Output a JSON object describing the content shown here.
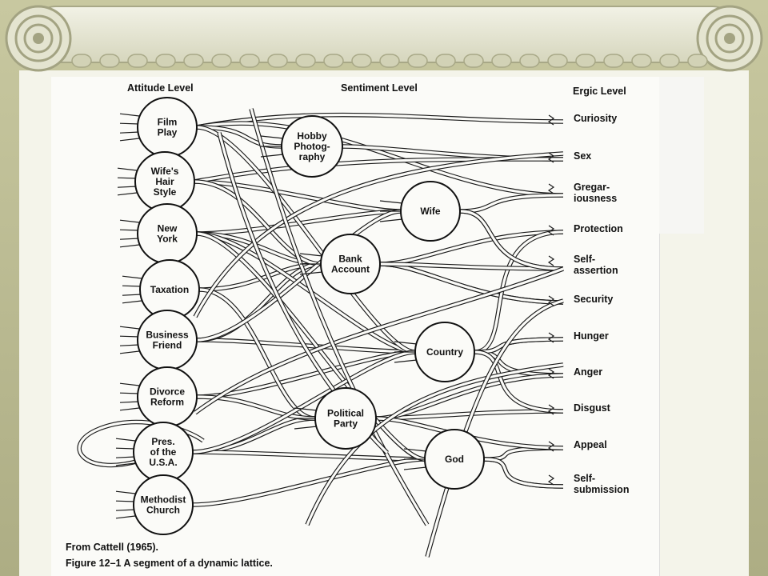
{
  "headers": {
    "attitude": "Attitude Level",
    "sentiment": "Sentiment Level",
    "ergic": "Ergic Level"
  },
  "attitudes": [
    [
      "Film",
      "Play"
    ],
    [
      "Wife's",
      "Hair",
      "Style"
    ],
    [
      "New",
      "York"
    ],
    [
      "Taxation"
    ],
    [
      "Business",
      "Friend"
    ],
    [
      "Divorce",
      "Reform"
    ],
    [
      "Pres.",
      "of the",
      "U.S.A."
    ],
    [
      "Methodist",
      "Church"
    ]
  ],
  "sentiments": [
    [
      "Hobby",
      "Photog-",
      "raphy"
    ],
    [
      "Wife"
    ],
    [
      "Bank",
      "Account"
    ],
    [
      "Country"
    ],
    [
      "Political",
      "Party"
    ],
    [
      "God"
    ]
  ],
  "ergs": [
    [
      "Curiosity"
    ],
    [
      "Sex"
    ],
    [
      "Gregar-",
      "iousness"
    ],
    [
      "Protection"
    ],
    [
      "Self-",
      "assertion"
    ],
    [
      "Security"
    ],
    [
      "Hunger"
    ],
    [
      "Anger"
    ],
    [
      "Disgust"
    ],
    [
      "Appeal"
    ],
    [
      "Self-",
      "submission"
    ]
  ],
  "caption": {
    "source": "From Cattell (1965).",
    "figure": "Figure 12–1  A segment of a dynamic lattice."
  },
  "colors": {
    "background": "#b9b98f",
    "capital": "#e9e9da",
    "scroll": "#d2d2b6",
    "ink": "#111111"
  }
}
